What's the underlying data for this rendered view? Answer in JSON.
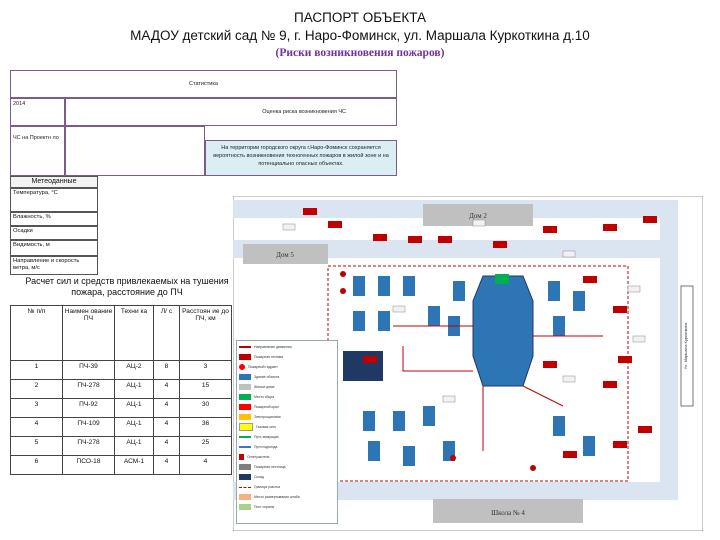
{
  "header": {
    "title_line1": "ПАСПОРТ ОБЪЕКТА",
    "title_line2": "МАДОУ детский сад № 9, г. Наро-Фоминск, ул. Маршала Куркоткина д.10",
    "title_line3": "(Риски возникновения пожаров)"
  },
  "stats": {
    "header": "Статистика",
    "year": "2014",
    "risk_label": "Оценка риска возникновения ЧС",
    "cs_label": "ЧС на Проектн ло",
    "risk_text": "На территории городского округа г.Наро-Фоминск сохраняется вероятность возникновения техногенных пожаров в жилой зоне и на потенциально опасных объектах."
  },
  "meteo": {
    "header": "Метеоданные",
    "rows": [
      "Температура, °С",
      "Влажность, %",
      "Осадки",
      "Видимость, м",
      "Направление и скорость ветра, м/с"
    ]
  },
  "forces": {
    "title": "Расчет сил и средств привлекаемых на тушения пожара, расстояние до ПЧ",
    "columns": [
      "№ п/п",
      "Наимен ование ПЧ",
      "Техни ка",
      "Л/ с",
      "Расстоян ие до ПЧ, км"
    ],
    "rows": [
      [
        "1",
        "ПЧ-39",
        "АЦ-2",
        "8",
        "3"
      ],
      [
        "2",
        "ПЧ-278",
        "АЦ-1",
        "4",
        "15"
      ],
      [
        "3",
        "ПЧ-92",
        "АЦ-1",
        "4",
        "30"
      ],
      [
        "4",
        "ПЧ-109",
        "АЦ-1",
        "4",
        "36"
      ],
      [
        "5",
        "ПЧ-278",
        "АЦ-1",
        "4",
        "25"
      ],
      [
        "6",
        "ПСО-18",
        "АСМ-1",
        "4",
        "4"
      ]
    ]
  },
  "plan": {
    "building_top": "Дом 2",
    "building_left": "Дом 5",
    "building_bottom": "Школа № 4",
    "street_right": "Ул. Маршала Куркоткина",
    "legend": [
      "Направление движения",
      "Пожарная техника",
      "Пожарный гидрант",
      "Здание объекта",
      "Жилые дома",
      "Место сбора",
      "Пожарный кран",
      "Электрощитовая",
      "Газовая сеть",
      "Путь эвакуации",
      "Пути подъезда",
      "Огнетушитель",
      "Пожарная лестница",
      "Склад",
      "Граница участка",
      "Место развертывания штаба",
      "Пост охраны"
    ],
    "colors": {
      "building": "#2e75b6",
      "dark": "#1f3864",
      "road": "#dbe5f1",
      "grey": "#c0c0c0",
      "red": "#c00000"
    }
  }
}
